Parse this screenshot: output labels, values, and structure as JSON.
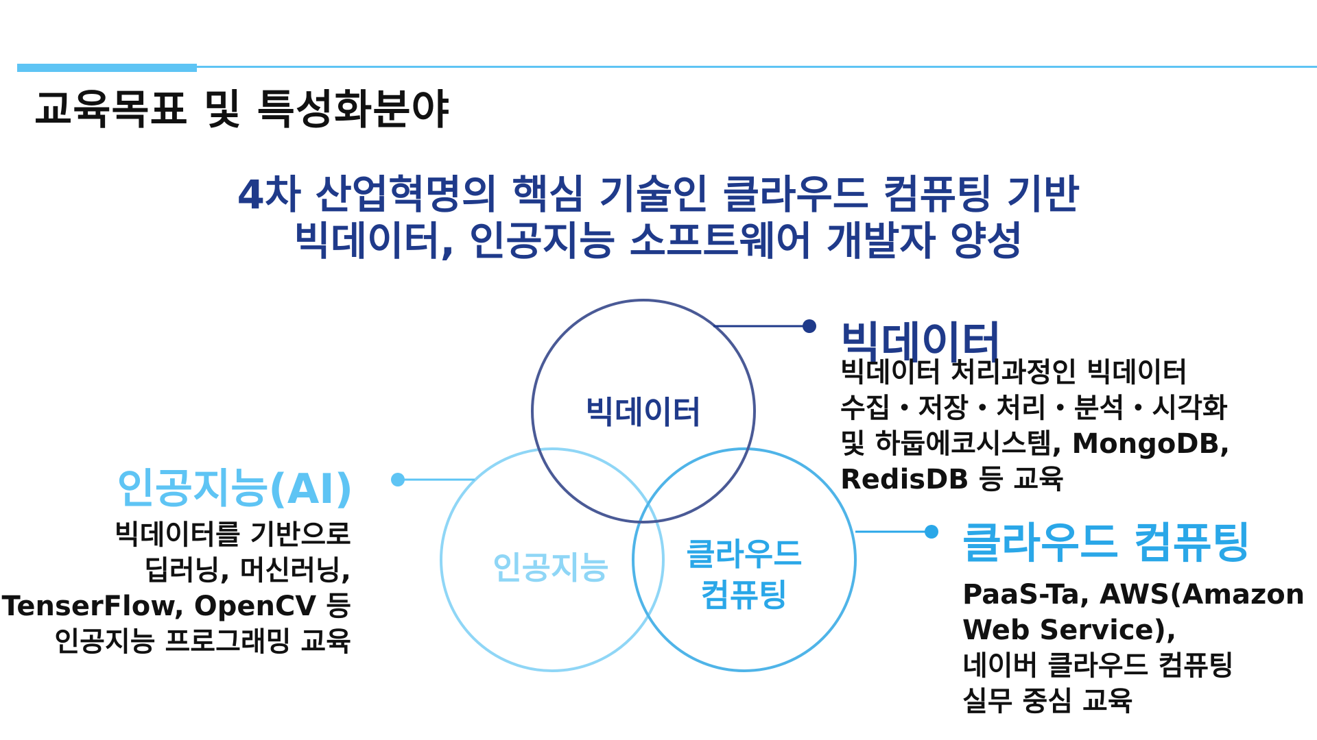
{
  "page": {
    "title": "교육목표 및 특성화분야"
  },
  "headline": {
    "line1": "4차 산업혁명의 핵심 기술인 클라우드 컴퓨팅 기반",
    "line2": "빅데이터, 인공지능 소프트웨어 개발자 양성"
  },
  "colors": {
    "navy": "#1f3a8a",
    "ring_navy": "#4a5a96",
    "light_blue": "#5ec4f4",
    "mid_blue": "#2aa7e8",
    "top_bar": "#5ec4f4"
  },
  "venn": {
    "bigdata_label": "빅데이터",
    "ai_label": "인공지능",
    "cloud_label_line1": "클라우드",
    "cloud_label_line2": "컴퓨팅"
  },
  "sections": {
    "bigdata": {
      "title": "빅데이터",
      "lines": [
        "빅데이터 처리과정인 빅데이터",
        "수집・저장・처리・분석・시각화",
        "및 하둡에코시스템, MongoDB,",
        "RedisDB 등 교육"
      ]
    },
    "ai": {
      "title": "인공지능(AI)",
      "lines": [
        "빅데이터를 기반으로",
        "딥러닝, 머신러닝,",
        "TenserFlow, OpenCV 등",
        "인공지능 프로그래밍 교육"
      ]
    },
    "cloud": {
      "title": "클라우드 컴퓨팅",
      "lines": [
        "PaaS-Ta, AWS(Amazon",
        "Web Service),",
        "네이버 클라우드 컴퓨팅",
        "실무 중심 교육"
      ]
    }
  }
}
